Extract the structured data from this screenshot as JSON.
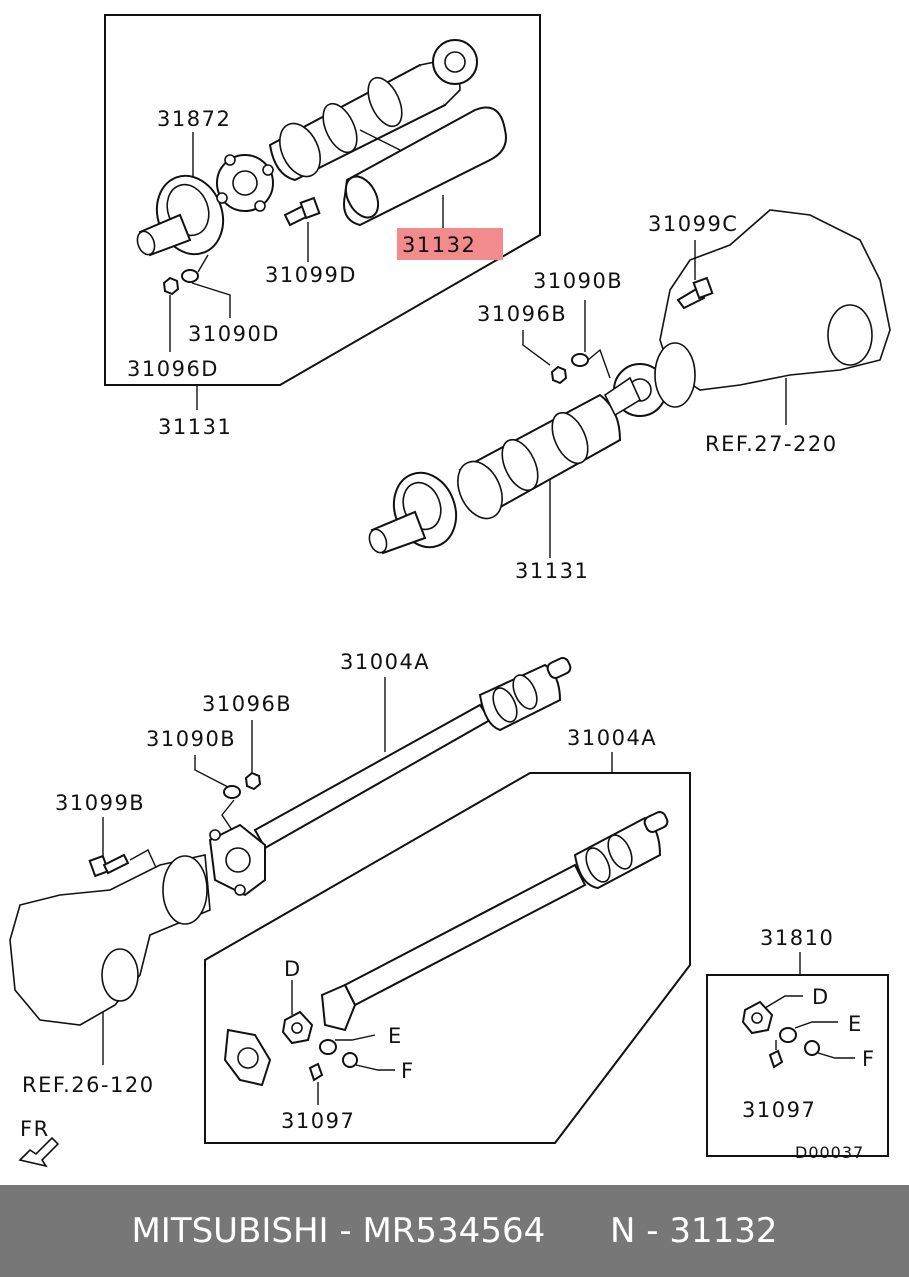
{
  "highlight_color": "#f28b8b",
  "footer_bg": "#777777",
  "labels": {
    "p31872": "31872",
    "p31132": "31132",
    "p31099D": "31099D",
    "p31090D": "31090D",
    "p31096D": "31096D",
    "p31131_top": "31131",
    "p31099C": "31099C",
    "p31090B_top": "31090B",
    "p31096B_top": "31096B",
    "ref27": "REF.27-220",
    "p31131_mid": "31131",
    "p31004A_1": "31004A",
    "p31004A_2": "31004A",
    "p31096B_low": "31096B",
    "p31090B_low": "31090B",
    "p31099B": "31099B",
    "ref26": "REF.26-120",
    "D1": "D",
    "E1": "E",
    "F1": "F",
    "p31097_1": "31097",
    "p31810": "31810",
    "D2": "D",
    "E2": "E",
    "F2": "F",
    "p31097_2": "31097",
    "fr": "FR",
    "diagram_id": "D00037"
  },
  "footer": {
    "text": "MITSUBISHI - MR534564      N - 31132"
  },
  "icons": {
    "front_arrow": "front-direction-arrow-icon"
  }
}
